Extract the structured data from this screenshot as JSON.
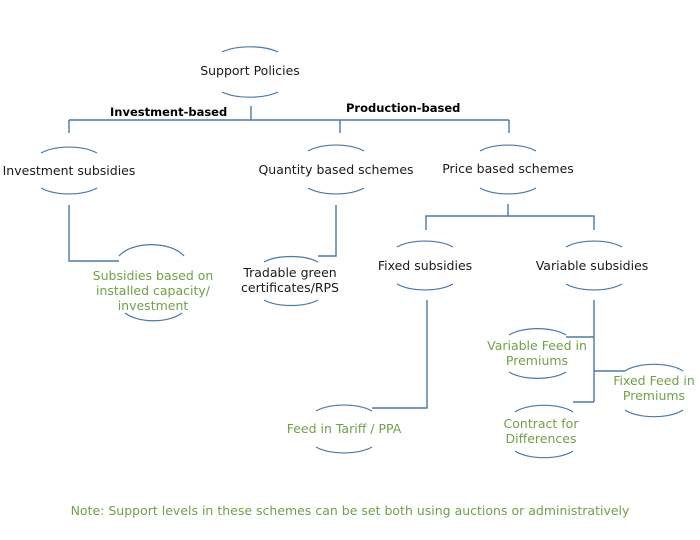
{
  "nodes": {
    "support_policies": [
      "Support Policies"
    ],
    "investment_subsidies": [
      "Investment subsidies"
    ],
    "quantity_schemes": [
      "Quantity based schemes"
    ],
    "price_schemes": [
      "Price based schemes"
    ],
    "subsidies_capacity": [
      "Subsidies based on",
      "installed capacity/",
      "investment"
    ],
    "tradable_certificates": [
      "Tradable green",
      "certificates/RPS"
    ],
    "fixed_subsidies": [
      "Fixed subsidies"
    ],
    "variable_subsidies": [
      "Variable subsidies"
    ],
    "feed_in_tariff": [
      "Feed in Tariff / PPA"
    ],
    "variable_feed_premiums": [
      "Variable Feed in",
      "Premiums"
    ],
    "fixed_feed_premiums": [
      "Fixed Feed in",
      "Premiums"
    ],
    "contract_differences": [
      "Contract for",
      "Differences"
    ]
  },
  "edge_labels": {
    "investment_based": "Investment-based",
    "production_based": "Production-based"
  },
  "note": "Note: Support levels in these schemes can be set both using auctions or administratively",
  "colors": {
    "connector": "#4a79a8",
    "category_text": "#1a1a1a",
    "instrument_text": "#70a14a"
  }
}
